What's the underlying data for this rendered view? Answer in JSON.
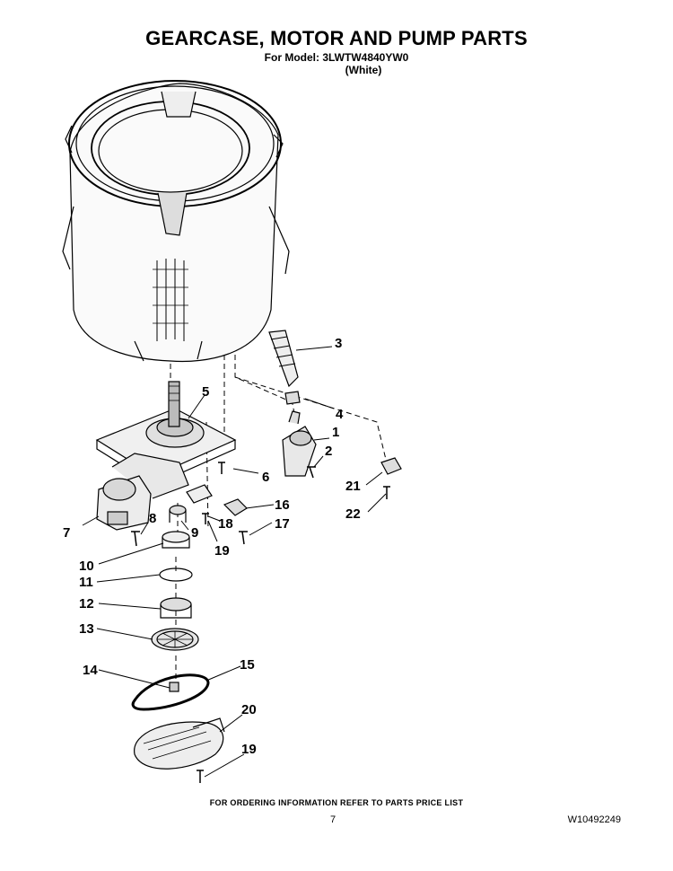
{
  "header": {
    "title": "GEARCASE, MOTOR AND PUMP PARTS",
    "model_line": "For Model: 3LWTW4840YW0",
    "color_line": "(White)"
  },
  "callouts": [
    "1",
    "2",
    "3",
    "4",
    "5",
    "6",
    "7",
    "8",
    "9",
    "10",
    "11",
    "12",
    "13",
    "14",
    "15",
    "16",
    "17",
    "18",
    "19",
    "19",
    "20",
    "21",
    "22"
  ],
  "footer": {
    "ordering_note": "FOR ORDERING INFORMATION REFER TO PARTS PRICE LIST",
    "page_number": "7",
    "document_number": "W10492249"
  }
}
